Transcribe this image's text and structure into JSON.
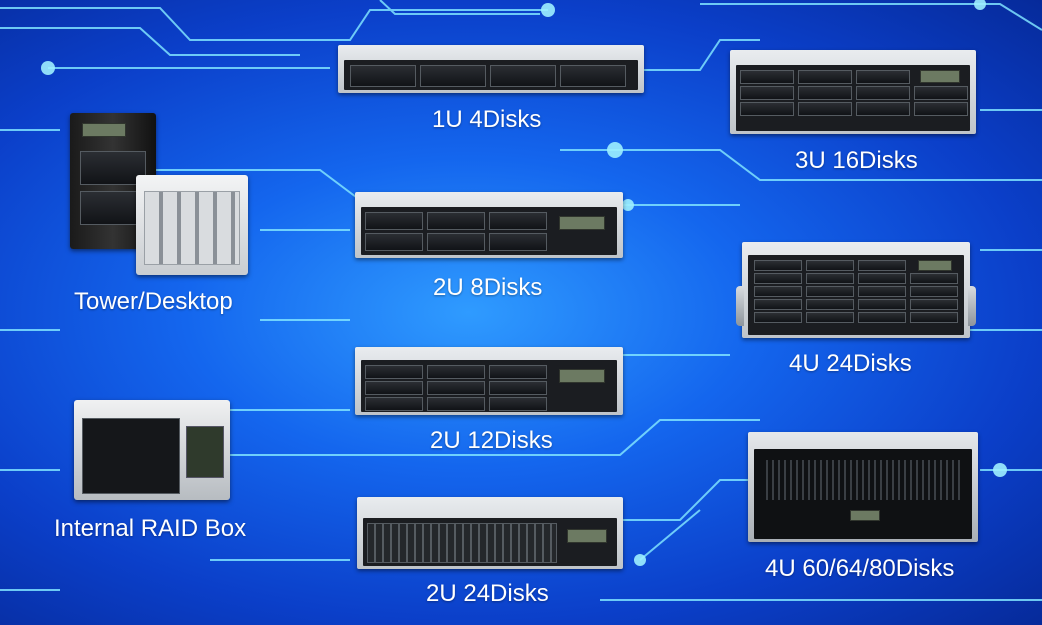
{
  "labels": {
    "tower_desktop": "Tower/Desktop",
    "internal_raid_box": "Internal RAID Box",
    "u1_4disks": "1U 4Disks",
    "u2_8disks": "2U 8Disks",
    "u2_12disks": "2U 12Disks",
    "u2_24disks": "2U 24Disks",
    "u3_16disks": "3U 16Disks",
    "u4_24disks": "4U 24Disks",
    "u4_60_64_80disks": "4U 60/64/80Disks"
  },
  "colors": {
    "background": "#1466ee",
    "circuit": "#6fd8ff",
    "label_text": "#ffffff"
  }
}
